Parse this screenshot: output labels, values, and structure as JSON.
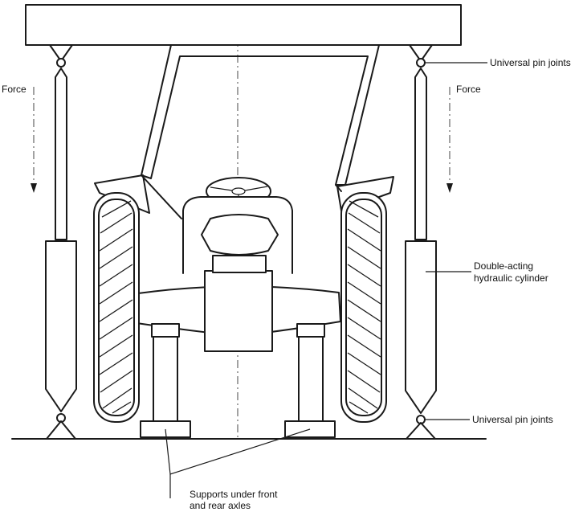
{
  "labels": {
    "force_left": "Force",
    "force_right": "Force",
    "pin_joints_top": "Universal pin joints",
    "pin_joints_bottom": "Universal pin joints",
    "cylinder_line1": "Double-acting",
    "cylinder_line2": "hydraulic cylinder",
    "supports_line1": "Supports under front",
    "supports_line2": "and rear axles"
  },
  "colors": {
    "ink": "#1a1a1a",
    "background": "#ffffff"
  }
}
